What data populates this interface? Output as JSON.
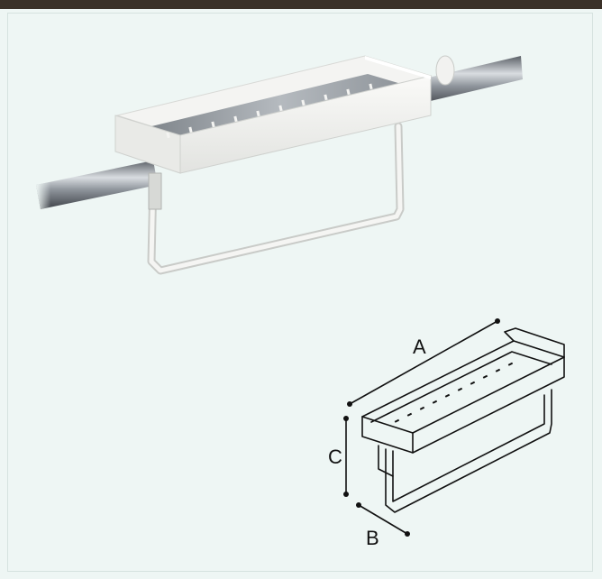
{
  "palette": {
    "background": "#eef6f4",
    "top_bar": "#3a3128",
    "shelf_white": "#f4f4f2",
    "steel": "#9aa0a6",
    "dimension_line": "#111111"
  },
  "diagram": {
    "labels": {
      "a": "A",
      "b": "B",
      "c": "C"
    }
  }
}
